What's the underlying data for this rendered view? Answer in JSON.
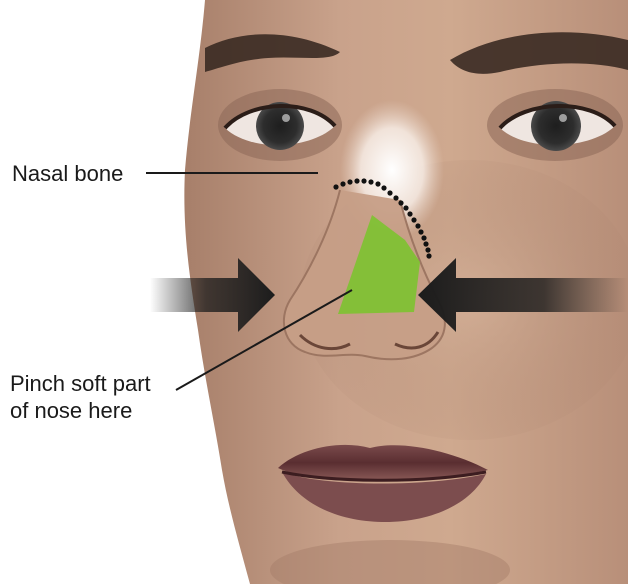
{
  "labels": {
    "nasal_bone": "Nasal bone",
    "pinch_line1": "Pinch soft part",
    "pinch_line2": "of nose here"
  },
  "colors": {
    "soft_part_highlight": "#7bc42e",
    "arrow": "#1c1c1c",
    "bone_dots": "#111111",
    "skin": "#c49a82"
  },
  "icons": {
    "arrows": "pinch-arrows",
    "bone_outline": "dotted-bone-outline"
  }
}
